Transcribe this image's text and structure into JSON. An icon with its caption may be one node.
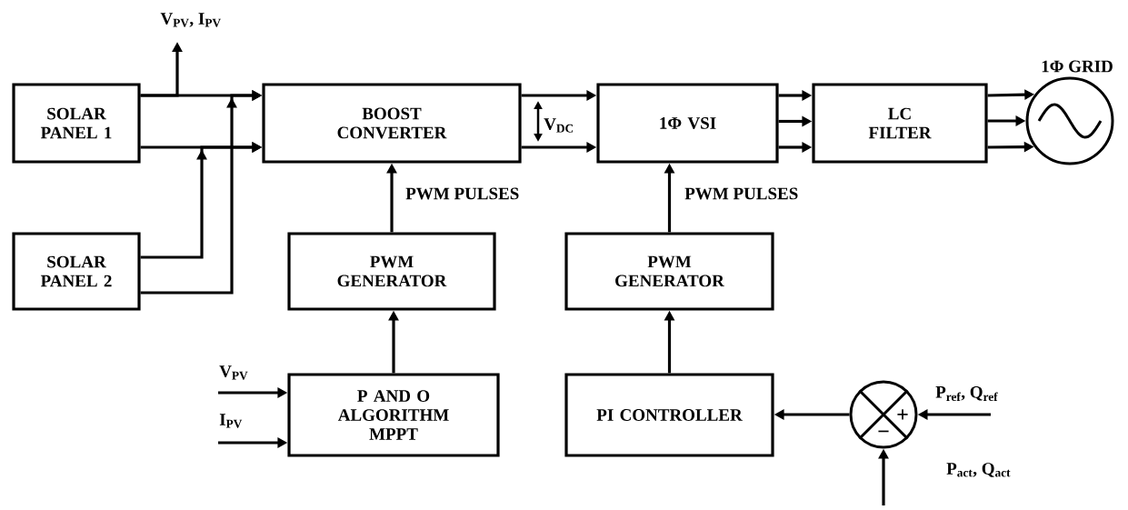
{
  "diagram": {
    "nodes": [
      {
        "text": [
          "SOLAR PANEL 1"
        ]
      },
      {
        "text": [
          "SOLAR PANEL 2"
        ]
      },
      {
        "text": [
          "BOOST CONVERTER"
        ]
      },
      {
        "text": [
          "1Φ VSI"
        ]
      },
      {
        "text": [
          "LC FILTER"
        ]
      },
      {
        "text": [
          "1Φ GRID"
        ]
      },
      {
        "text": [
          "PWM GENERATOR"
        ]
      },
      {
        "text": [
          "PWM GENERATOR"
        ]
      },
      {
        "text": [
          "P AND O ALGORITHM MPPT"
        ]
      },
      {
        "text": [
          "PI CONTROLLER"
        ]
      },
      {
        "text": [
          "+",
          "−"
        ]
      }
    ],
    "edges": [
      {
        "from": 0,
        "to": 2,
        "arrow": "to"
      },
      {
        "from": 0,
        "to": 2,
        "arrow": "to"
      },
      {
        "from": 1,
        "to": 2,
        "arrow": "to"
      },
      {
        "from": 1,
        "to": 2,
        "arrow": "to"
      },
      {
        "from": 0,
        "to": null,
        "arrow": "to",
        "label": "V$_{PV}$, I$_{PV}$"
      },
      {
        "from": 2,
        "to": 3,
        "arrow": "to"
      },
      {
        "from": 2,
        "to": 3,
        "arrow": "to"
      },
      {
        "from": 3,
        "to": 4,
        "arrow": "to"
      },
      {
        "from": 3,
        "to": 4,
        "arrow": "to"
      },
      {
        "from": 3,
        "to": 4,
        "arrow": "to"
      },
      {
        "from": 4,
        "to": 5,
        "arrow": "to"
      },
      {
        "from": 4,
        "to": 5,
        "arrow": "to"
      },
      {
        "from": 4,
        "to": 5,
        "arrow": "to"
      },
      {
        "from": 6,
        "to": 2,
        "arrow": "to",
        "label": "PWM PULSES"
      },
      {
        "from": 7,
        "to": 3,
        "arrow": "to",
        "label": "PWM PULSES"
      },
      {
        "from": 8,
        "to": 6,
        "arrow": "to"
      },
      {
        "from": 9,
        "to": 7,
        "arrow": "to"
      },
      {
        "from": null,
        "to": 8,
        "arrow": "to",
        "label": "V$_{PV}$"
      },
      {
        "from": null,
        "to": 8,
        "arrow": "to",
        "label": "I$_{PV}$"
      },
      {
        "from": 10,
        "to": 9,
        "arrow": "to"
      },
      {
        "from": null,
        "to": 10,
        "arrow": "to",
        "label": "P$_{ref}$, Q$_{ref}$"
      },
      {
        "from": null,
        "to": 10,
        "arrow": "to",
        "label": "P$_{act}$, Q$_{act}$"
      }
    ],
    "labels": [
      "V$_{DC}$"
    ]
  }
}
